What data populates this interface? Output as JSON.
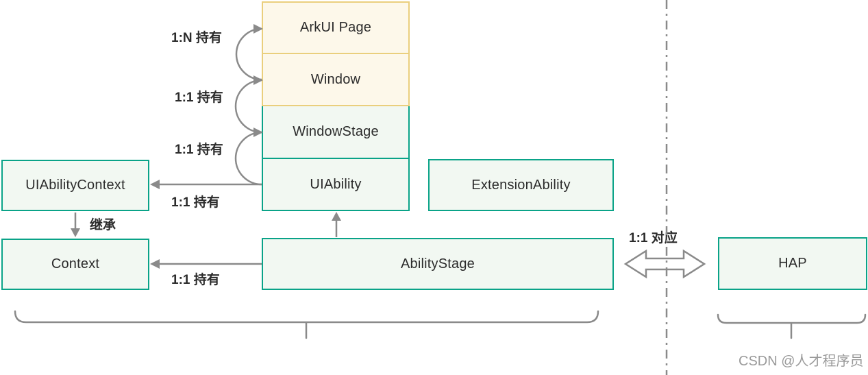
{
  "colors": {
    "yellow_border": "#EACF7D",
    "yellow_fill": "#FDF8EA",
    "teal_border": "#0AA388",
    "green_fill": "#F2F8F2",
    "arrow_gray": "#8A8A8A",
    "text_dark": "#2B2B2B",
    "watermark_gray": "#9A9A9A"
  },
  "boxes": {
    "arkui_page": {
      "label": "ArkUI Page"
    },
    "window": {
      "label": "Window"
    },
    "window_stage": {
      "label": "WindowStage"
    },
    "ui_ability": {
      "label": "UIAbility"
    },
    "extension_ability": {
      "label": "ExtensionAbility"
    },
    "ui_ability_context": {
      "label": "UIAbilityContext"
    },
    "context": {
      "label": "Context"
    },
    "ability_stage": {
      "label": "AbilityStage"
    },
    "hap": {
      "label": "HAP"
    }
  },
  "edges": {
    "window_holds_page": {
      "label": "1:N 持有"
    },
    "windowstage_holds_window": {
      "label": "1:1 持有"
    },
    "uiability_holds_windowstage": {
      "label": "1:1 持有"
    },
    "uiability_holds_context": {
      "label": "1:1 持有"
    },
    "abilitystage_holds_context": {
      "label": "1:1 持有"
    },
    "inherit": {
      "label": "继承"
    },
    "correspond": {
      "label": "1:1 对应"
    }
  },
  "watermark": {
    "text": "CSDN @人才程序员"
  }
}
